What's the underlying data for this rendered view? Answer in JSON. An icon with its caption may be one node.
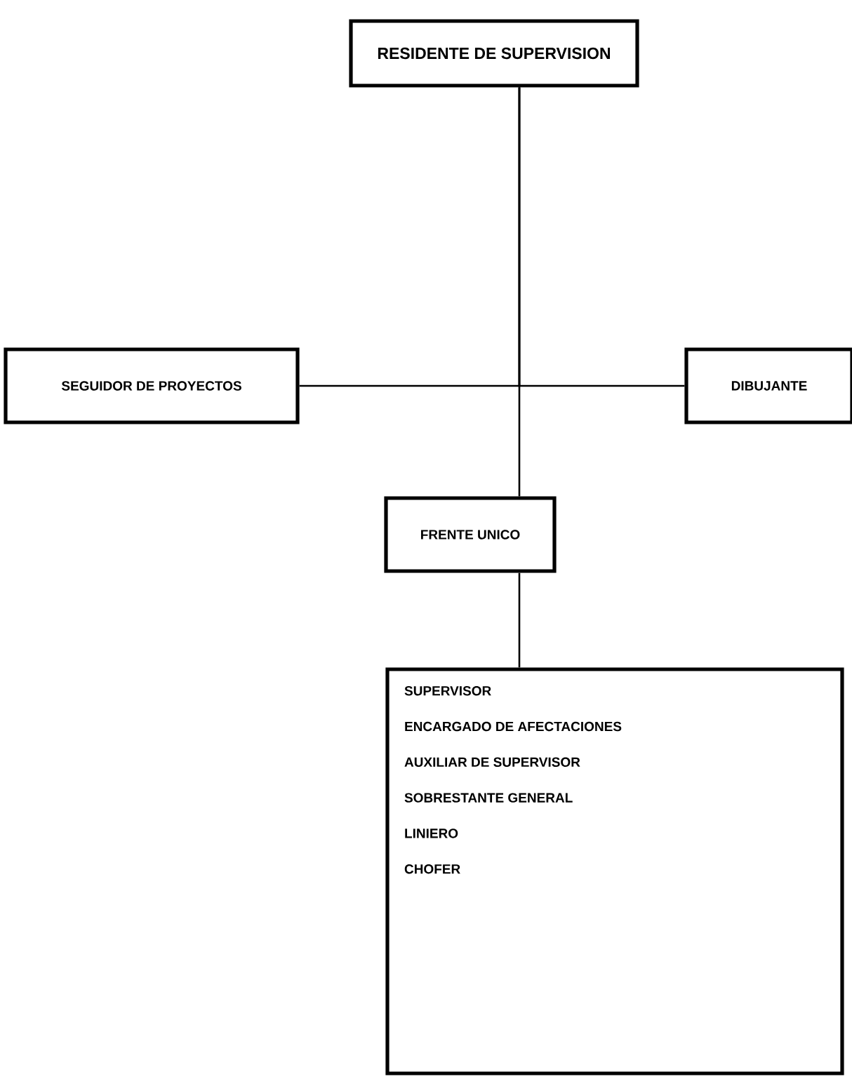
{
  "diagram": {
    "nodes": [
      {
        "text": [
          "RESIDENTE DE SUPERVISION"
        ]
      },
      {
        "text": [
          "SEGUIDOR DE PROYECTOS"
        ]
      },
      {
        "text": [
          "DIBUJANTE"
        ]
      },
      {
        "text": [
          "FRENTE UNICO"
        ]
      },
      {
        "text": [
          "SUPERVISOR",
          "ENCARGADO DE AFECTACIONES",
          "AUXILIAR DE SUPERVISOR",
          "SOBRESTANTE GENERAL",
          "LINIERO",
          "CHOFER"
        ]
      }
    ],
    "edges": [
      {
        "from": 0,
        "to": 1,
        "arrow": "none"
      },
      {
        "from": 0,
        "to": 2,
        "arrow": "none"
      },
      {
        "from": 0,
        "to": 3,
        "arrow": "none"
      },
      {
        "from": 3,
        "to": 4,
        "arrow": "none"
      }
    ]
  }
}
